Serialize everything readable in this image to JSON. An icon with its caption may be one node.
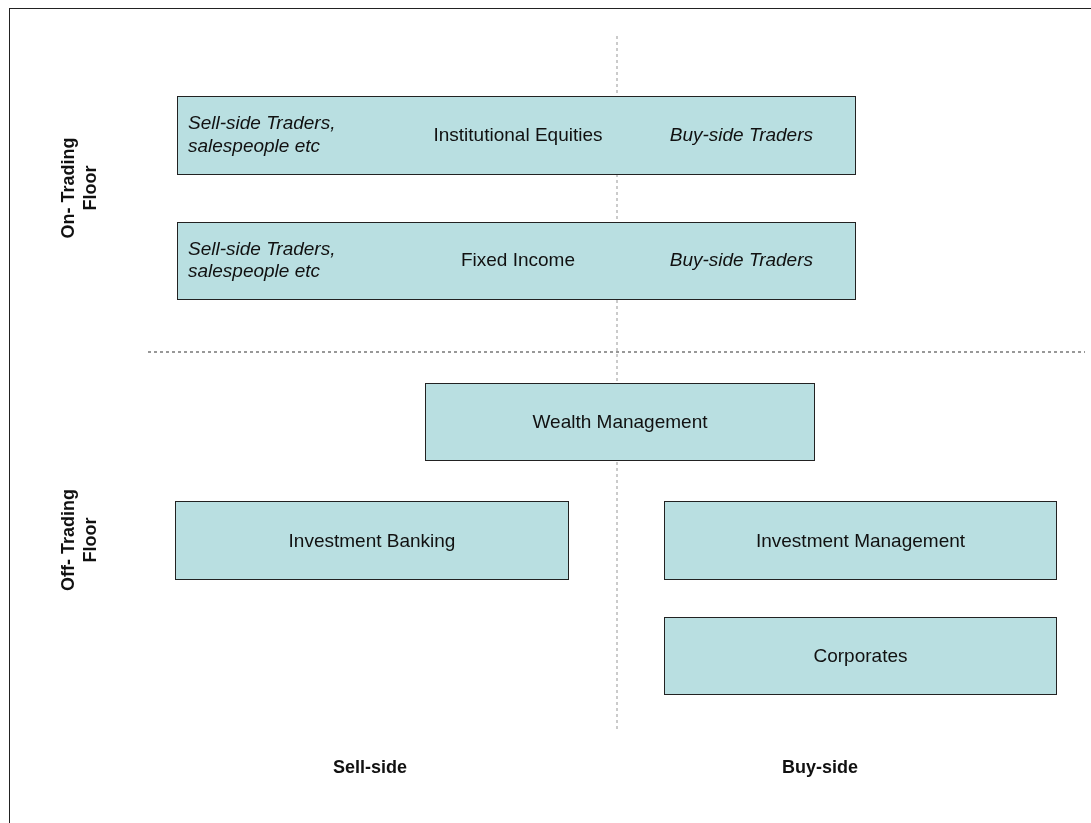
{
  "diagram": {
    "nodes": [
      {
        "text": [
          "Sell-side Traders, salespeople etc",
          "Institutional Equities",
          "Buy-side Traders"
        ]
      },
      {
        "text": [
          "Sell-side Traders, salespeople etc",
          "Fixed Income",
          "Buy-side Traders"
        ]
      },
      {
        "text": [
          "Wealth Management"
        ]
      },
      {
        "text": [
          "Investment Banking"
        ]
      },
      {
        "text": [
          "Investment Management"
        ]
      },
      {
        "text": [
          "Corporates"
        ]
      }
    ],
    "labels": [
      "On- Trading Floor",
      "Off- Trading Floor",
      "Sell-side",
      "Buy-side"
    ]
  }
}
